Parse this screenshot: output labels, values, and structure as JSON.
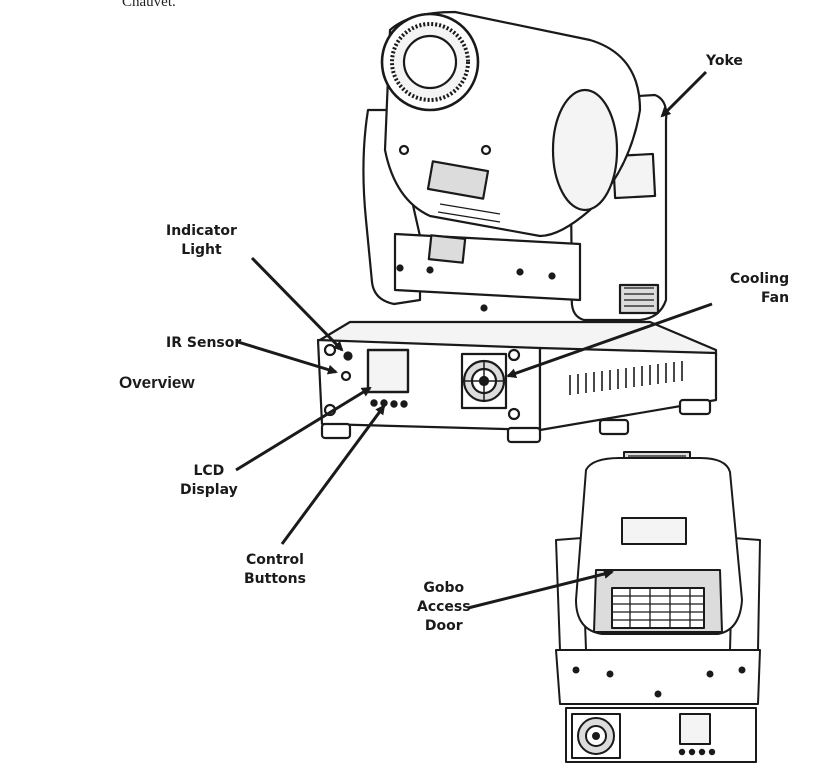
{
  "header": {
    "cut_off_text": "Chauvet."
  },
  "section": {
    "heading": "Overview"
  },
  "labels": {
    "yoke": "Yoke",
    "indicator_light": [
      "Indicator",
      "Light"
    ],
    "cooling_fan": [
      "Cooling",
      "Fan"
    ],
    "ir_sensor": "IR Sensor",
    "lcd_display": [
      "LCD",
      "Display"
    ],
    "control_buttons": [
      "Control",
      "Buttons"
    ],
    "gobo_access_door": [
      "Gobo",
      "Access",
      "Door"
    ]
  },
  "colors": {
    "line": "#1a1a1a",
    "background": "#ffffff",
    "fill_light": "#f4f4f4",
    "fill_mid": "#dcdcdc"
  }
}
